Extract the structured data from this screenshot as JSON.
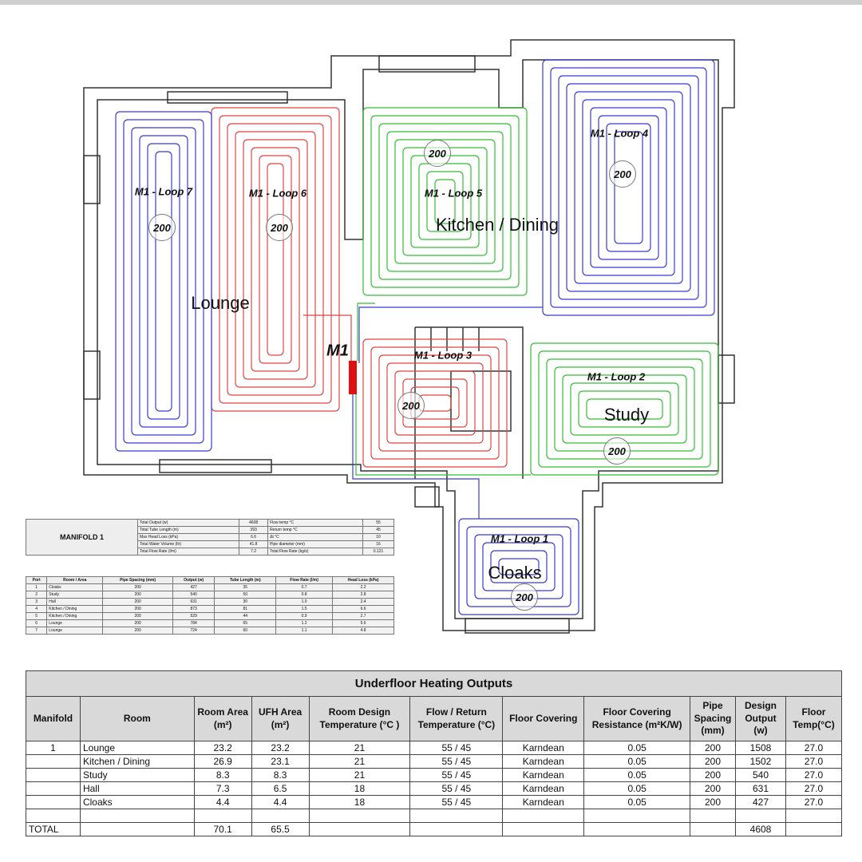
{
  "plan": {
    "manifold_label": "M1",
    "rooms": {
      "lounge": "Lounge",
      "kitchen": "Kitchen / Dining",
      "study": "Study",
      "cloaks": "Cloaks"
    },
    "loops": [
      {
        "label": "M1 - Loop 1",
        "spacing": "200",
        "color": "#3b3bd6"
      },
      {
        "label": "M1 - Loop 2",
        "spacing": "200",
        "color": "#33c133"
      },
      {
        "label": "M1 - Loop 3",
        "spacing": "200",
        "color": "#e04545"
      },
      {
        "label": "M1 - Loop 4",
        "spacing": "200",
        "color": "#3b3bd6"
      },
      {
        "label": "M1 - Loop 5",
        "spacing": "200",
        "color": "#33c133"
      },
      {
        "label": "M1 - Loop 6",
        "spacing": "200",
        "color": "#e04545"
      },
      {
        "label": "M1 - Loop 7",
        "spacing": "200",
        "color": "#3b3bd6"
      }
    ],
    "manifold_color": "#e01010"
  },
  "manifold_table": {
    "title": "MANIFOLD 1",
    "rows": [
      [
        "Total Output (w)",
        "4608",
        "Flow temp °C",
        "55"
      ],
      [
        "Total Tube Length (m)",
        "393",
        "Return temp °C",
        "45"
      ],
      [
        "Max Head Loss (kPa)",
        "6.6",
        "Δt °C",
        "10"
      ],
      [
        "Total Water Volume (ltr)",
        "41.8",
        "Pipe diameter (mm)",
        "16"
      ],
      [
        "Total Flow Rate (l/m)",
        "7.2",
        "Total Flow Rate (kg/s)",
        "0.121"
      ]
    ]
  },
  "port_table": {
    "headers": [
      "Port",
      "Room / Area",
      "Pipe Spacing (mm)",
      "Output (w)",
      "Tube Length (m)",
      "Flow Rate (l/m)",
      "Head Loss (kPa)"
    ],
    "rows": [
      [
        "1",
        "Cloaks",
        "200",
        "427",
        "35",
        "0.7",
        "2.2"
      ],
      [
        "2",
        "Study",
        "200",
        "540",
        "50",
        "0.8",
        "2.8"
      ],
      [
        "3",
        "Hall",
        "200",
        "631",
        "30",
        "1.0",
        "2.4"
      ],
      [
        "4",
        "Kitchen / Dining",
        "200",
        "873",
        "81",
        "1.5",
        "6.6"
      ],
      [
        "5",
        "Kitchen / Dining",
        "200",
        "529",
        "44",
        "0.9",
        "2.7"
      ],
      [
        "6",
        "Lounge",
        "200",
        "784",
        "65",
        "1.2",
        "5.6"
      ],
      [
        "7",
        "Lounge",
        "200",
        "724",
        "60",
        "1.1",
        "4.8"
      ]
    ]
  },
  "outputs_table": {
    "title": "Underfloor Heating Outputs",
    "headers": [
      "Manifold",
      "Room",
      "Room Area (m²)",
      "UFH Area (m²)",
      "Room Design Temperature (°C )",
      "Flow / Return Temperature (°C)",
      "Floor Covering",
      "Floor Covering Resistance (m²K/W)",
      "Pipe Spacing (mm)",
      "Design Output (w)",
      "Floor Temp(°C)"
    ],
    "rows": [
      [
        "1",
        "Lounge",
        "23.2",
        "23.2",
        "21",
        "55 / 45",
        "Karndean",
        "0.05",
        "200",
        "1508",
        "27.0"
      ],
      [
        "",
        "Kitchen / Dining",
        "26.9",
        "23.1",
        "21",
        "55 / 45",
        "Karndean",
        "0.05",
        "200",
        "1502",
        "27.0"
      ],
      [
        "",
        "Study",
        "8.3",
        "8.3",
        "21",
        "55 / 45",
        "Karndean",
        "0.05",
        "200",
        "540",
        "27.0"
      ],
      [
        "",
        "Hall",
        "7.3",
        "6.5",
        "18",
        "55 / 45",
        "Karndean",
        "0.05",
        "200",
        "631",
        "27.0"
      ],
      [
        "",
        "Cloaks",
        "4.4",
        "4.4",
        "18",
        "55 / 45",
        "Karndean",
        "0.05",
        "200",
        "427",
        "27.0"
      ],
      [
        "",
        "",
        "",
        "",
        "",
        "",
        "",
        "",
        "",
        "",
        ""
      ]
    ],
    "total": [
      "TOTAL",
      "",
      "70.1",
      "65.5",
      "",
      "",
      "",
      "",
      "",
      "4608",
      ""
    ]
  }
}
